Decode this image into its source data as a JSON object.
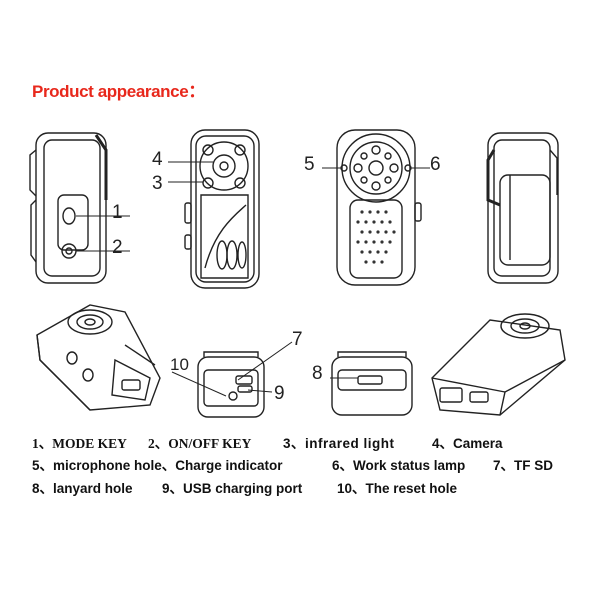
{
  "title": "Product appearance：",
  "callouts": [
    "1",
    "2",
    "3",
    "4",
    "5",
    "6",
    "7",
    "8",
    "9",
    "10"
  ],
  "legend": {
    "row1": [
      {
        "n": "1、",
        "t": "MODE KEY"
      },
      {
        "n": "2、",
        "t": "ON/OFF KEY"
      },
      {
        "n": "3、",
        "t": "infrared light"
      },
      {
        "n": "4、",
        "t": "Camera"
      }
    ],
    "row2": [
      {
        "n": "5、",
        "t": "microphone hole、Charge indicator"
      },
      {
        "n": "6、",
        "t": "Work status lamp"
      },
      {
        "n": "7、",
        "t": "TF SD"
      }
    ],
    "row3": [
      {
        "n": "8、",
        "t": "lanyard hole"
      },
      {
        "n": "9、",
        "t": "USB charging port"
      },
      {
        "n": "10、",
        "t": "The reset hole"
      }
    ]
  }
}
